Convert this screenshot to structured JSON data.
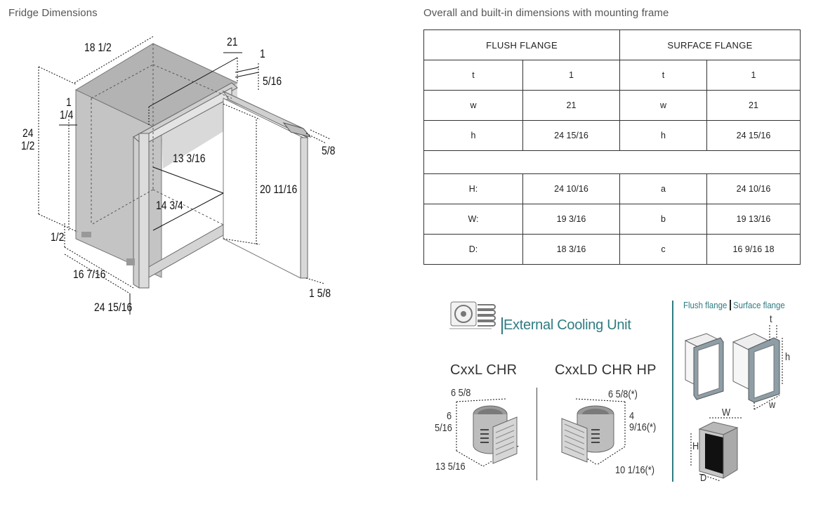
{
  "left_title": "Fridge Dimensions",
  "right_title": "Overall and built-in dimensions with mounting frame",
  "fridge_dims": {
    "depth_top": "18 1/2",
    "frame_width": "21",
    "frame_depth_1": "1",
    "frame_depth_5_16": "5/16",
    "side_1_a": "1",
    "side_1_b": "1/4",
    "height_a": "24",
    "height_b": "1/2",
    "frame_5_8": "5/8",
    "inner_width": "13 3/16",
    "inner_height": "20 11/16",
    "inner_depth": "14 3/4",
    "bottom_half": "1/2",
    "depth_bottom": "16 7/16",
    "total_depth": "24 15/16",
    "door_1_5_8": "1 5/8"
  },
  "table": {
    "headers": [
      "FLUSH FLANGE",
      "SURFACE FLANGE"
    ],
    "rows_top": [
      [
        "t",
        "1",
        "t",
        "1"
      ],
      [
        "w",
        "21",
        "w",
        "21"
      ],
      [
        "h",
        "24 15/16",
        "h",
        "24 15/16"
      ]
    ],
    "rows_bottom": [
      [
        "H:",
        "24 10/16",
        "a",
        "24 10/16"
      ],
      [
        "W:",
        "19 3/16",
        "b",
        "19 13/16"
      ],
      [
        "D:",
        "18 3/16",
        "c",
        "16 9/16 18"
      ]
    ]
  },
  "ecu": {
    "title": "External Cooling Unit",
    "model_left": "CxxL CHR",
    "model_right": "CxxLD CHR HP",
    "left_dims": {
      "top": "6 5/8",
      "side_a": "6",
      "side_b": "5/16",
      "bottom": "13 5/16"
    },
    "right_dims": {
      "top": "6 5/8(*)",
      "side_a": "4",
      "side_b": "9/16(*)",
      "bottom": "10 1/16(*)"
    }
  },
  "flange": {
    "label_flush": "Flush flange",
    "label_surface": "Surface flange",
    "t": "t",
    "h": "h",
    "w": "w",
    "W": "W",
    "H": "H",
    "D": "D"
  },
  "colors": {
    "accent": "#2f7c82",
    "body_gray": "#b7b7b7",
    "line": "#111111"
  }
}
